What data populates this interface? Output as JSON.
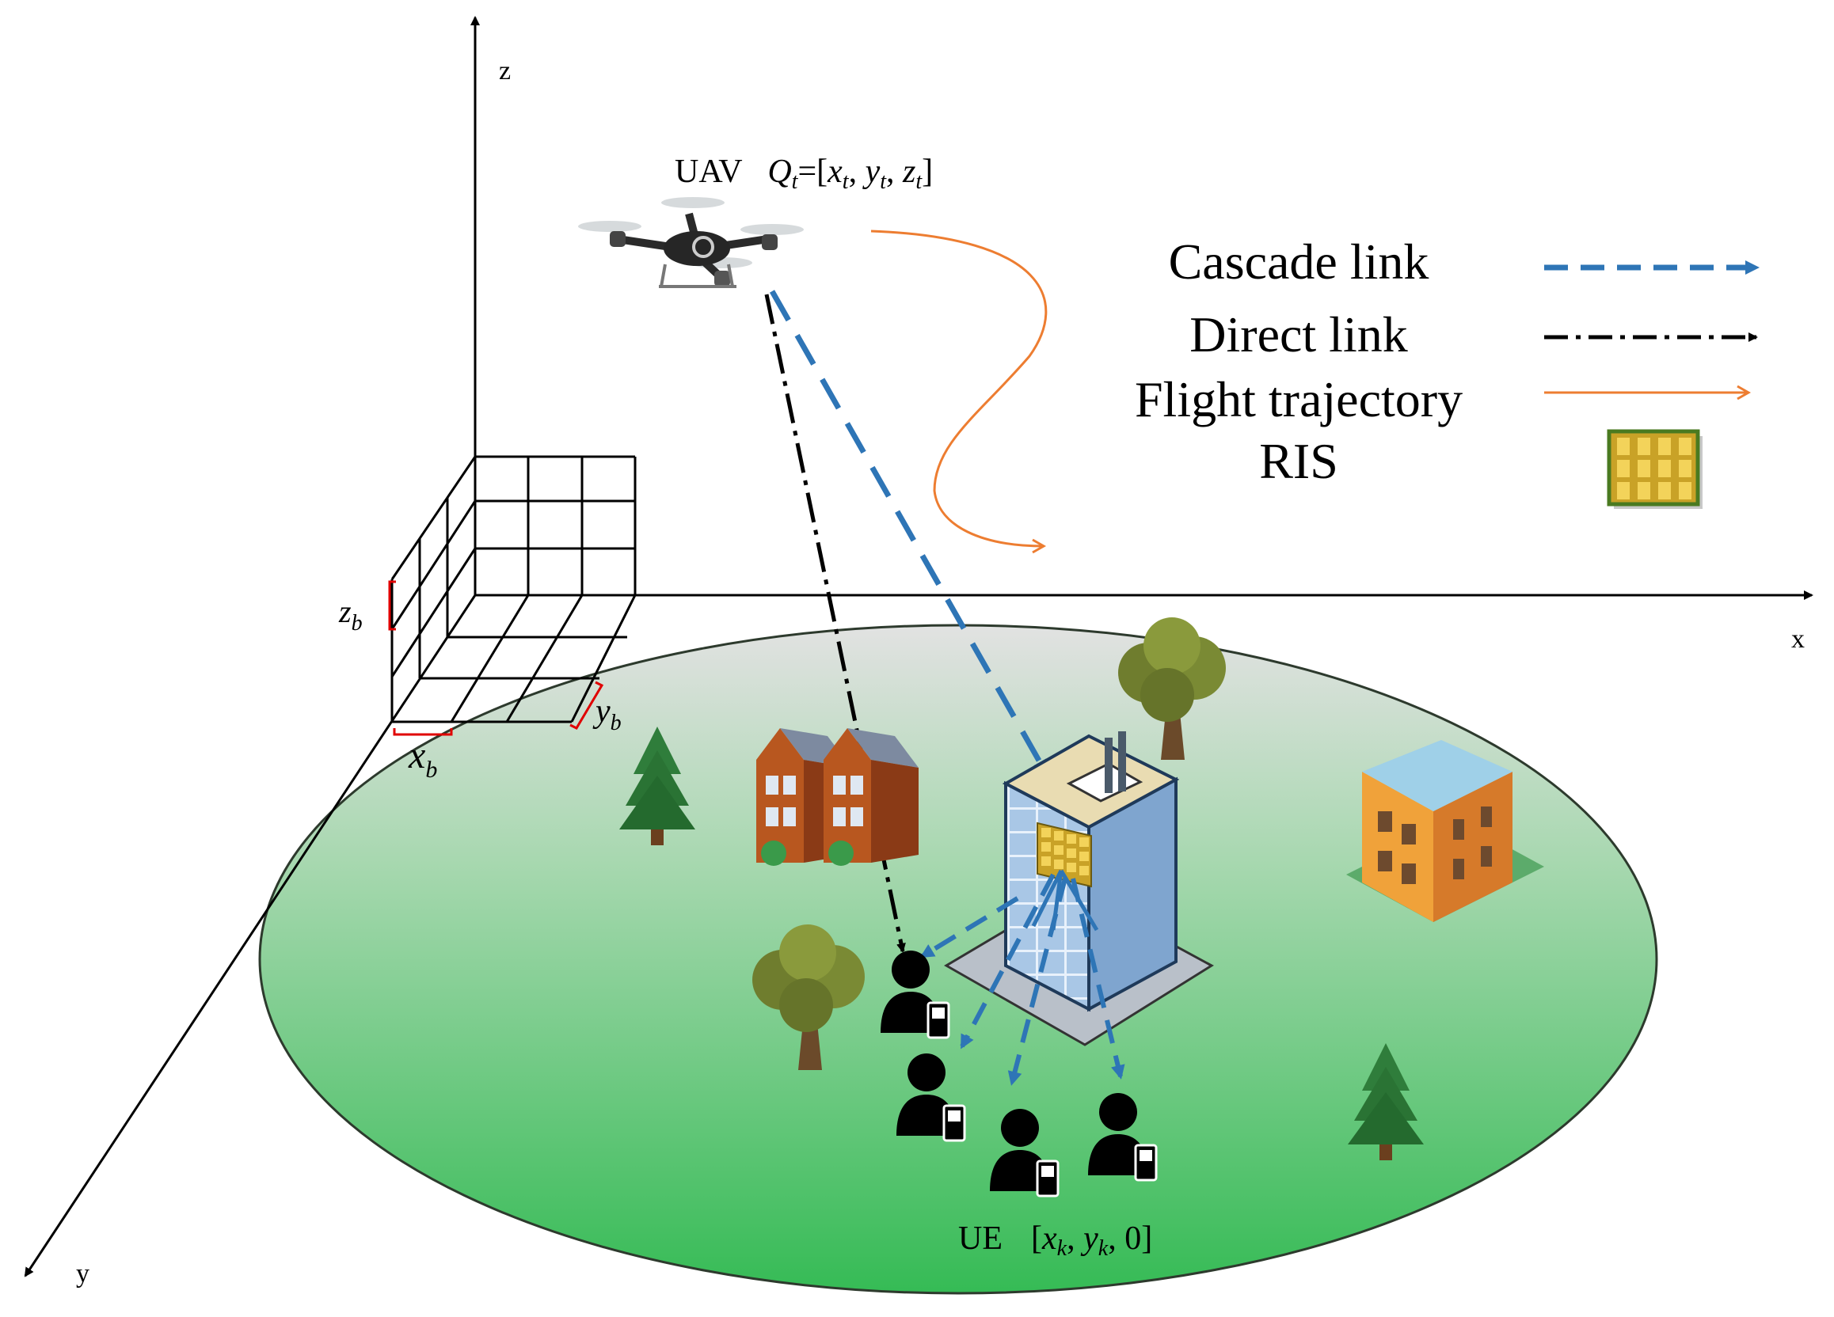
{
  "axes": {
    "z": "z",
    "x": "x",
    "y": "y"
  },
  "uav": {
    "label": "UAV",
    "pos_eq": "=[",
    "pos_x": "x",
    "pos_sep1": ", ",
    "pos_y": "y",
    "pos_sep2": ", ",
    "pos_z": "z",
    "pos_close": "]",
    "q": "Q",
    "sub": "t"
  },
  "ue": {
    "label": "UE",
    "pos_open": "[",
    "pos_x": "x",
    "pos_sep1": ", ",
    "pos_y": "y",
    "pos_tail": ", 0]",
    "sub": "k"
  },
  "grid": {
    "zb": "z",
    "yb": "y",
    "xb": "x",
    "sub": "b"
  },
  "legend": {
    "cascade": "Cascade link",
    "direct": "Direct link",
    "trajectory": "Flight trajectory",
    "ris": "RIS"
  },
  "colors": {
    "cascade": "#2e75b6",
    "direct": "#000000",
    "trajectory": "#ed7d31",
    "ground_top": "#d9d9d9",
    "ground_bottom": "#3cbf5a",
    "ris_panel": "#c9a227",
    "bracket": "#e00000"
  },
  "icons": {
    "uav": "drone-icon",
    "ris": "ris-panel-icon",
    "building": "office-building-icon",
    "houses": "house-icon",
    "apartment": "apartment-icon",
    "tree": "tree-icon",
    "user": "user-with-phone-icon"
  }
}
